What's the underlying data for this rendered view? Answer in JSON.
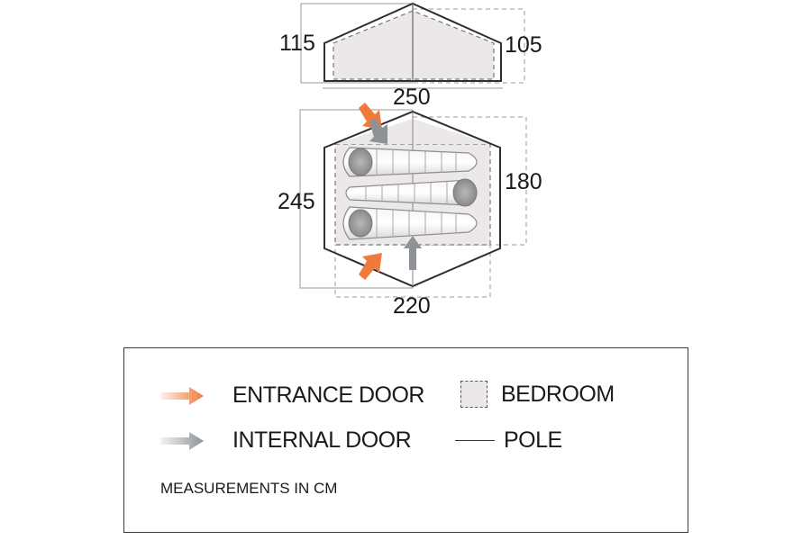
{
  "dimensions": {
    "side_left": "115",
    "side_right": "105",
    "width_top": "250",
    "depth_left": "245",
    "bedroom_depth": "180",
    "bedroom_width": "220"
  },
  "legend": {
    "entrance_door": "ENTRANCE DOOR",
    "internal_door": "INTERNAL DOOR",
    "bedroom": "BEDROOM",
    "pole": "POLE",
    "note": "MEASUREMENTS IN CM"
  },
  "colors": {
    "entrance_arrow": "#f07a3c",
    "internal_arrow": "#8e9296",
    "bedroom_fill": "#ece7ea",
    "outline": "#333333"
  },
  "icons": {
    "entrance": "orange-arrow-icon",
    "internal": "grey-arrow-icon",
    "bedroom": "dashed-square-icon",
    "pole": "solid-line-icon"
  }
}
